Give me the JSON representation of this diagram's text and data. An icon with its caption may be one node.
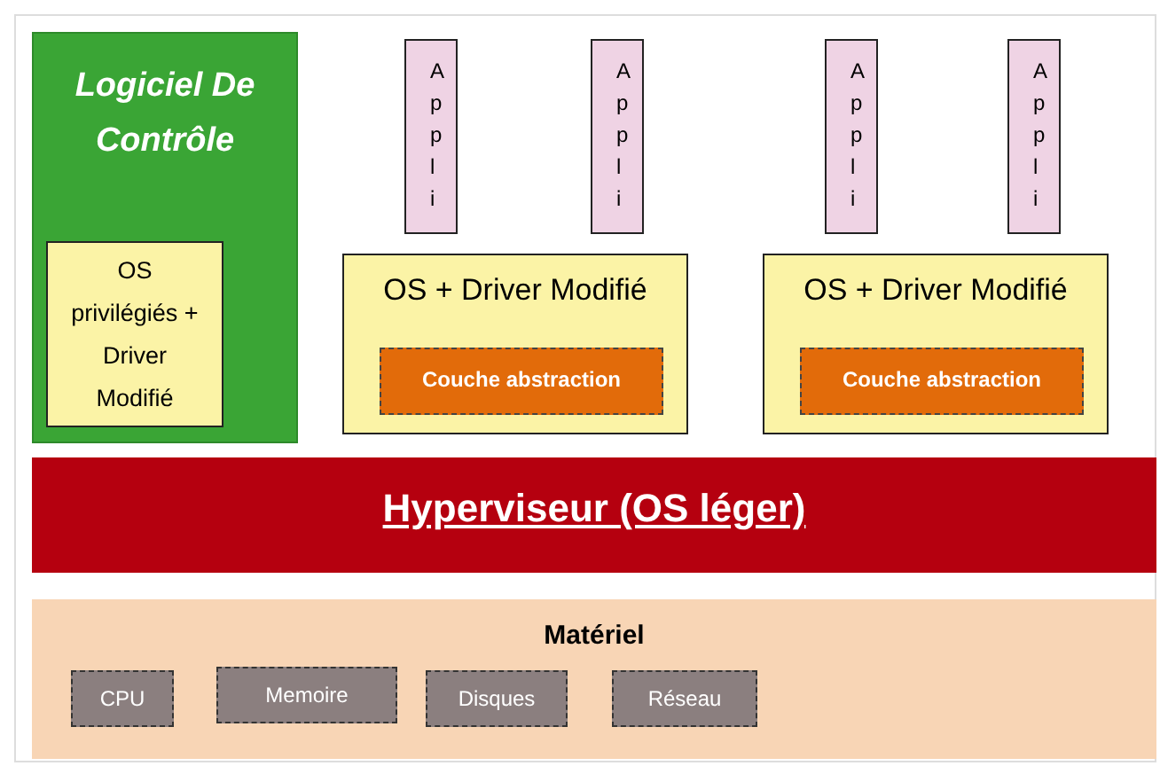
{
  "diagram": {
    "nodes": [
      {
        "text": [
          "Logiciel De Contrôle"
        ]
      },
      {
        "text": [
          "OS privilégiés + Driver Modifié"
        ],
        "in": 0
      },
      {
        "text": [
          "Appli"
        ]
      },
      {
        "text": [
          "Appli"
        ]
      },
      {
        "text": [
          "Appli"
        ]
      },
      {
        "text": [
          "Appli"
        ]
      },
      {
        "text": [
          "OS + Driver Modifié"
        ]
      },
      {
        "text": [
          "Couche abstraction"
        ],
        "in": 6
      },
      {
        "text": [
          "OS + Driver Modifié"
        ]
      },
      {
        "text": [
          "Couche abstraction"
        ],
        "in": 8
      },
      {
        "text": [
          "Hyperviseur (OS léger)"
        ]
      },
      {
        "text": [
          "Matériel"
        ]
      },
      {
        "text": [
          "CPU"
        ],
        "in": 11
      },
      {
        "text": [
          "Memoire"
        ],
        "in": 11
      },
      {
        "text": [
          "Disques"
        ],
        "in": 11
      },
      {
        "text": [
          "Réseau"
        ],
        "in": 11
      }
    ]
  }
}
